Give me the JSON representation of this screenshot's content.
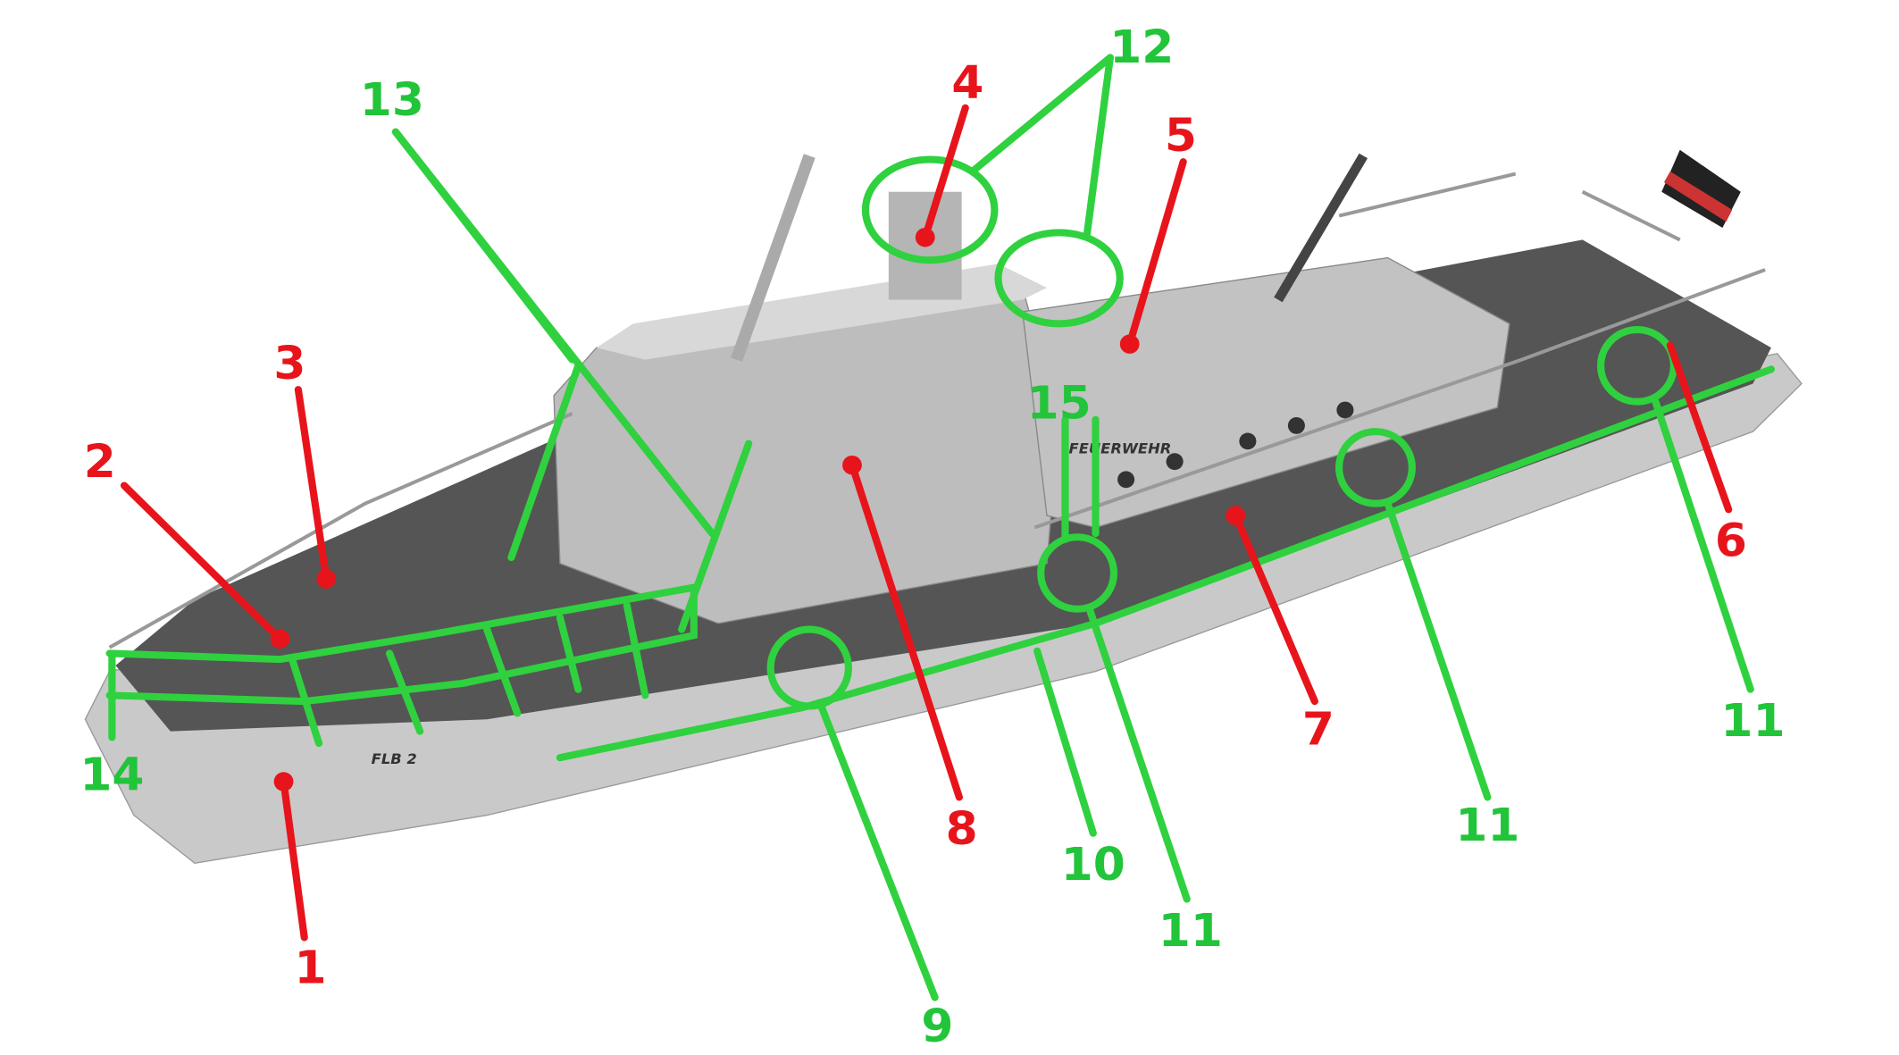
{
  "hull_marking": "FLB 2",
  "cabin_marking": "FEUERWEHR",
  "colors": {
    "red_callout": "#e8141b",
    "green_callout": "#22c43a"
  },
  "callouts": {
    "c1": "1",
    "c2": "2",
    "c3": "3",
    "c4": "4",
    "c5": "5",
    "c6": "6",
    "c7": "7",
    "c8": "8",
    "c9": "9",
    "c10": "10",
    "c11a": "11",
    "c11b": "11",
    "c11c": "11",
    "c12": "12",
    "c13": "13",
    "c14": "14",
    "c15": "15"
  }
}
